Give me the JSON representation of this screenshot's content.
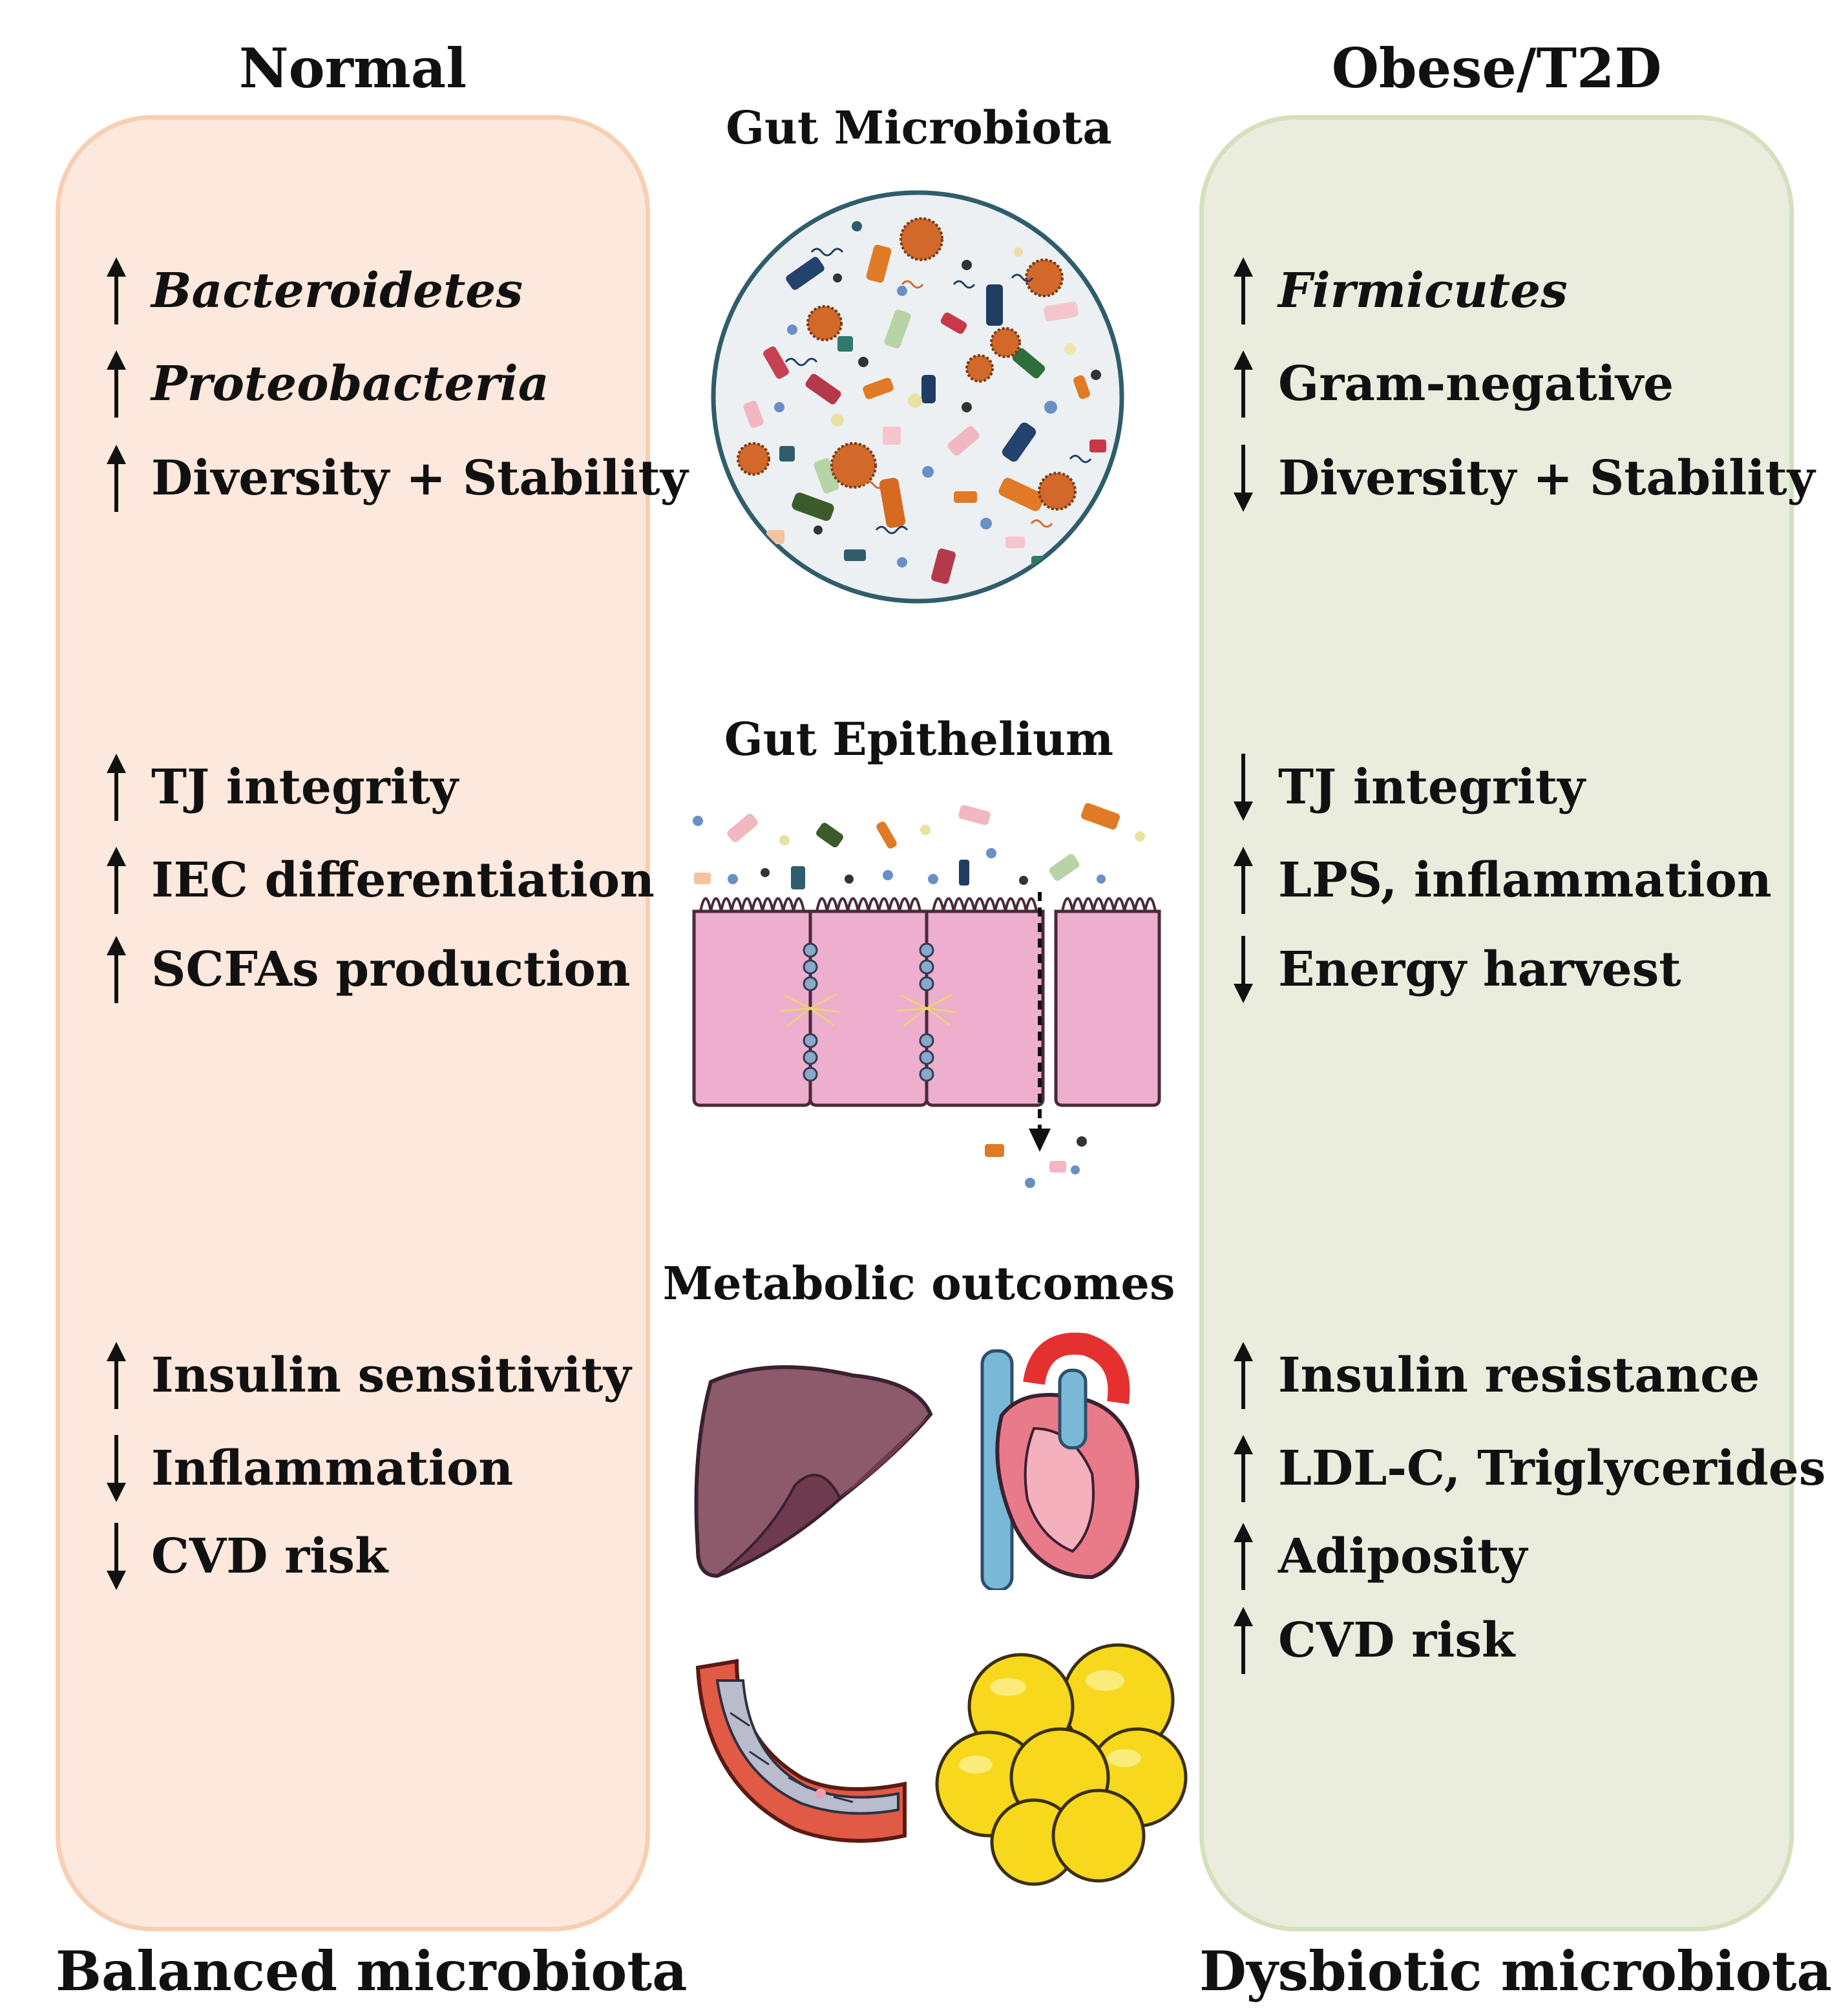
{
  "left": {
    "title": "Normal",
    "footer": "Balanced microbiota",
    "groups": [
      [
        {
          "dir": "up",
          "text": "Bacteroidetes",
          "italic": true
        },
        {
          "dir": "up",
          "text": "Proteobacteria",
          "italic": true
        },
        {
          "dir": "up",
          "text": "Diversity + Stability",
          "italic": false
        }
      ],
      [
        {
          "dir": "up",
          "text": "TJ integrity",
          "italic": false
        },
        {
          "dir": "up",
          "text": "IEC differentiation",
          "italic": false
        },
        {
          "dir": "up",
          "text": "SCFAs production",
          "italic": false
        }
      ],
      [
        {
          "dir": "up",
          "text": "Insulin sensitivity",
          "italic": false
        },
        {
          "dir": "down",
          "text": "Inflammation",
          "italic": false
        },
        {
          "dir": "down",
          "text": "CVD risk",
          "italic": false
        }
      ]
    ]
  },
  "right": {
    "title": "Obese/T2D",
    "footer": "Dysbiotic microbiota",
    "groups": [
      [
        {
          "dir": "up",
          "text": "Firmicutes",
          "italic": true
        },
        {
          "dir": "up",
          "text": "Gram-negative",
          "italic": false
        },
        {
          "dir": "down",
          "text": "Diversity + Stability",
          "italic": false
        }
      ],
      [
        {
          "dir": "down",
          "text": "TJ integrity",
          "italic": false
        },
        {
          "dir": "up",
          "text": "LPS, inflammation",
          "italic": false
        },
        {
          "dir": "down",
          "text": "Energy harvest",
          "italic": false
        }
      ],
      [
        {
          "dir": "up",
          "text": "Insulin resistance",
          "italic": false
        },
        {
          "dir": "up",
          "text": "LDL-C, Triglycerides",
          "italic": false
        },
        {
          "dir": "up",
          "text": "Adiposity",
          "italic": false
        },
        {
          "dir": "up",
          "text": "CVD risk",
          "italic": false
        }
      ]
    ]
  },
  "center": {
    "microbiota_title": "Gut Microbiota",
    "epithelium_title": "Gut Epithelium",
    "outcomes_title": "Metabolic outcomes"
  },
  "colors": {
    "left_panel": "#fce8dc",
    "left_border": "#f8cfb3",
    "right_panel": "#eaedde",
    "right_border": "#d3e1bd"
  },
  "icons": [
    "microbiota-circle-icon",
    "epithelium-cells-icon",
    "liver-icon",
    "heart-icon",
    "artery-icon",
    "adipocytes-icon"
  ]
}
